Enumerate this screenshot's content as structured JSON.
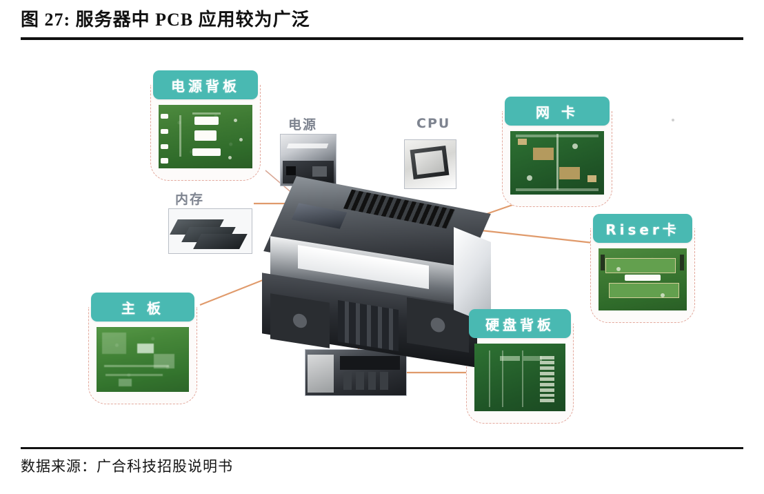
{
  "header": {
    "title": "图 27: 服务器中 PCB 应用较为广泛"
  },
  "footer": {
    "source": "数据来源：广合科技招股说明书"
  },
  "colors": {
    "header_teal": "#49b9b2",
    "card_border_pink": "#e3a89c",
    "connector_orange": "#e09a6b",
    "thumb_border_grey": "#b9bec6",
    "thumb_label_grey": "#7e8490",
    "rule_black": "#111111",
    "pcb_green": "#3e7a33"
  },
  "diagram": {
    "type": "annotated-photo-diagram",
    "subject": "rack server with PCB component callouts",
    "pcb_cards": [
      {
        "id": "power-backplane",
        "label": "电源背板",
        "position": "top-left"
      },
      {
        "id": "network-card",
        "label": "网 卡",
        "position": "top-right"
      },
      {
        "id": "riser-card",
        "label": "Riser卡",
        "position": "right"
      },
      {
        "id": "motherboard",
        "label": "主 板",
        "position": "bottom-left"
      },
      {
        "id": "hdd-backplane",
        "label": "硬盘背板",
        "position": "bottom-right"
      }
    ],
    "photo_callouts": [
      {
        "id": "power-supply",
        "label": "电源"
      },
      {
        "id": "cpu",
        "label": "CPU"
      },
      {
        "id": "memory",
        "label": "内存"
      },
      {
        "id": "hdd-bay",
        "label": ""
      }
    ],
    "center_photo": {
      "id": "server-chassis",
      "label": ""
    }
  }
}
